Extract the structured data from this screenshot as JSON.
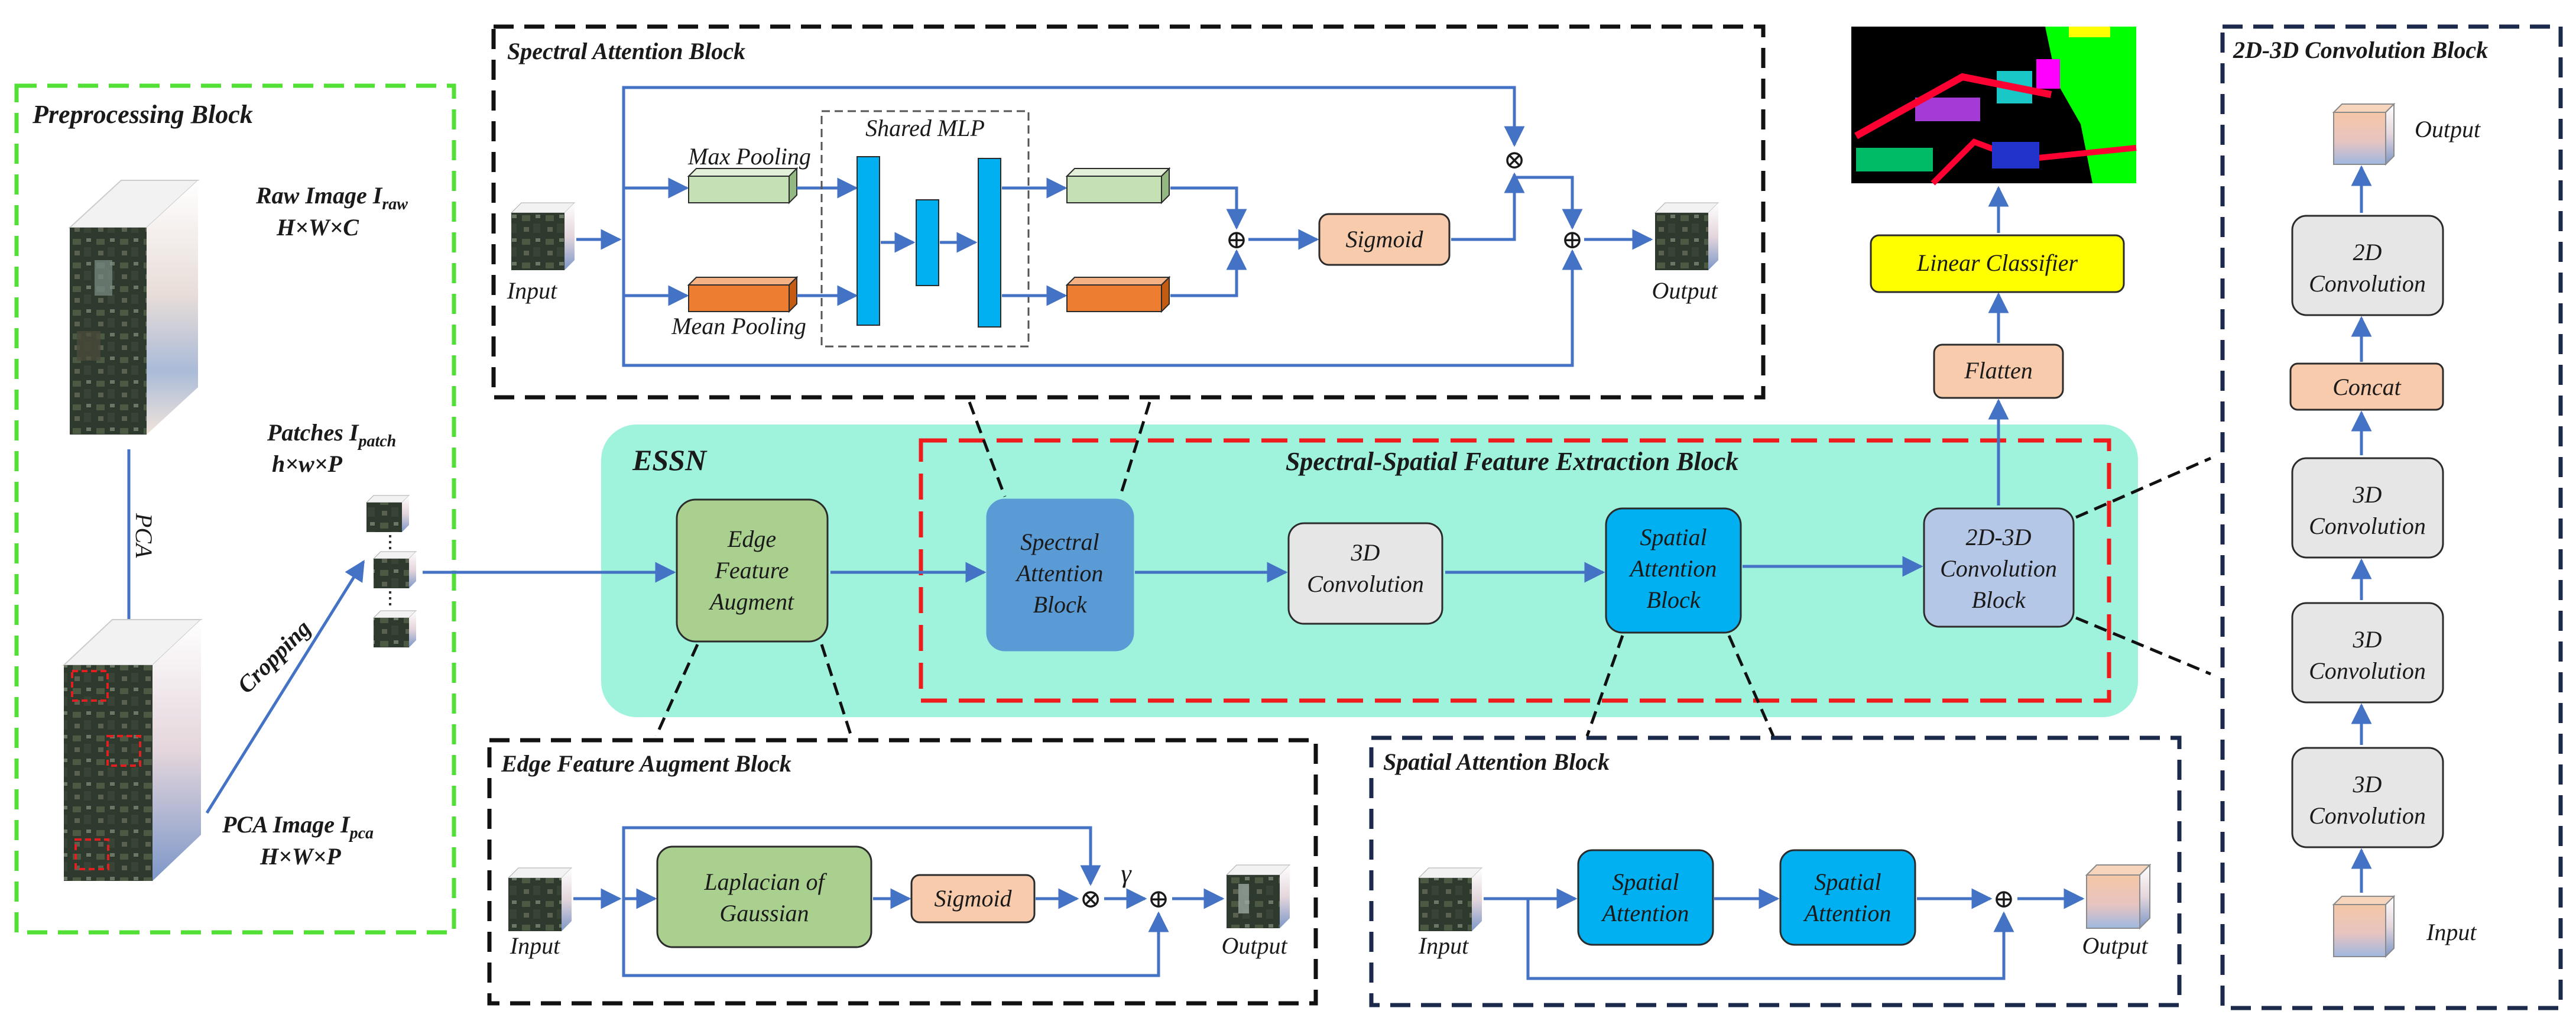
{
  "colors": {
    "green_dash": "#52e036",
    "black_dash": "#111111",
    "navy_dash": "#1b2a4a",
    "red_dash": "#ee1c1c",
    "arrow": "#4472c4",
    "essn_bg": "#9ff3dc",
    "edge_green": "#a9d08e",
    "spectral_block": "#5b9bd5",
    "spatial_block": "#00b0f0",
    "conv_gray": "#e6e6e6",
    "conv2d3d": "#b4c7e7",
    "peach": "#f8cbad",
    "yellow": "#ffff00",
    "light_green": "#c5e0b4",
    "orange": "#ed7d31"
  },
  "preprocessing": {
    "title": "Preprocessing Block",
    "raw_image": "Raw Image I",
    "raw_sub": "raw",
    "raw_dims": "H×W×C",
    "pca": "PCA",
    "cropping": "Cropping",
    "patches": "Patches I",
    "patches_sub": "patch",
    "patches_dims": "h×w×P",
    "pca_image": "PCA Image I",
    "pca_sub": "pca",
    "pca_dims": "H×W×P"
  },
  "essn": {
    "label": "ESSN",
    "edge_line1": "Edge",
    "edge_line2": "Feature",
    "edge_line3": "Augment",
    "ssfe_title": "Spectral-Spatial Feature Extraction Block",
    "spectral_line1": "Spectral",
    "spectral_line2": "Attention",
    "spectral_line3": "Block",
    "conv3d_line1": "3D",
    "conv3d_line2": "Convolution",
    "spatial_line1": "Spatial",
    "spatial_line2": "Attention",
    "spatial_line3": "Block",
    "c2d3d_line1": "2D-3D",
    "c2d3d_line2": "Convolution",
    "c2d3d_line3": "Block"
  },
  "spectral_attention": {
    "title": "Spectral Attention Block",
    "input": "Input",
    "output": "Output",
    "max_pooling": "Max Pooling",
    "mean_pooling": "Mean Pooling",
    "shared_mlp": "Shared MLP",
    "sigmoid": "Sigmoid",
    "plus": "⊕",
    "times": "⊗"
  },
  "classifier": {
    "linear_classifier": "Linear Classifier",
    "flatten": "Flatten"
  },
  "conv2d3d_block": {
    "title": "2D-3D Convolution Block",
    "output": "Output",
    "input": "Input",
    "conv2d_line1": "2D",
    "conv2d_line2": "Convolution",
    "concat": "Concat",
    "conv3d_line1": "3D",
    "conv3d_line2": "Convolution"
  },
  "edge_block": {
    "title": "Edge Feature Augment Block",
    "input": "Input",
    "output": "Output",
    "log_line1": "Laplacian of",
    "log_line2": "Gaussian",
    "sigmoid": "Sigmoid",
    "gamma": "γ",
    "plus": "⊕",
    "times": "⊗"
  },
  "spatial_block": {
    "title": "Spatial Attention Block",
    "input": "Input",
    "output": "Output",
    "sa1_line1": "Spatial",
    "sa1_line2": "Attention",
    "sa2_line1": "Spatial",
    "sa2_line2": "Attention",
    "plus": "⊕"
  }
}
